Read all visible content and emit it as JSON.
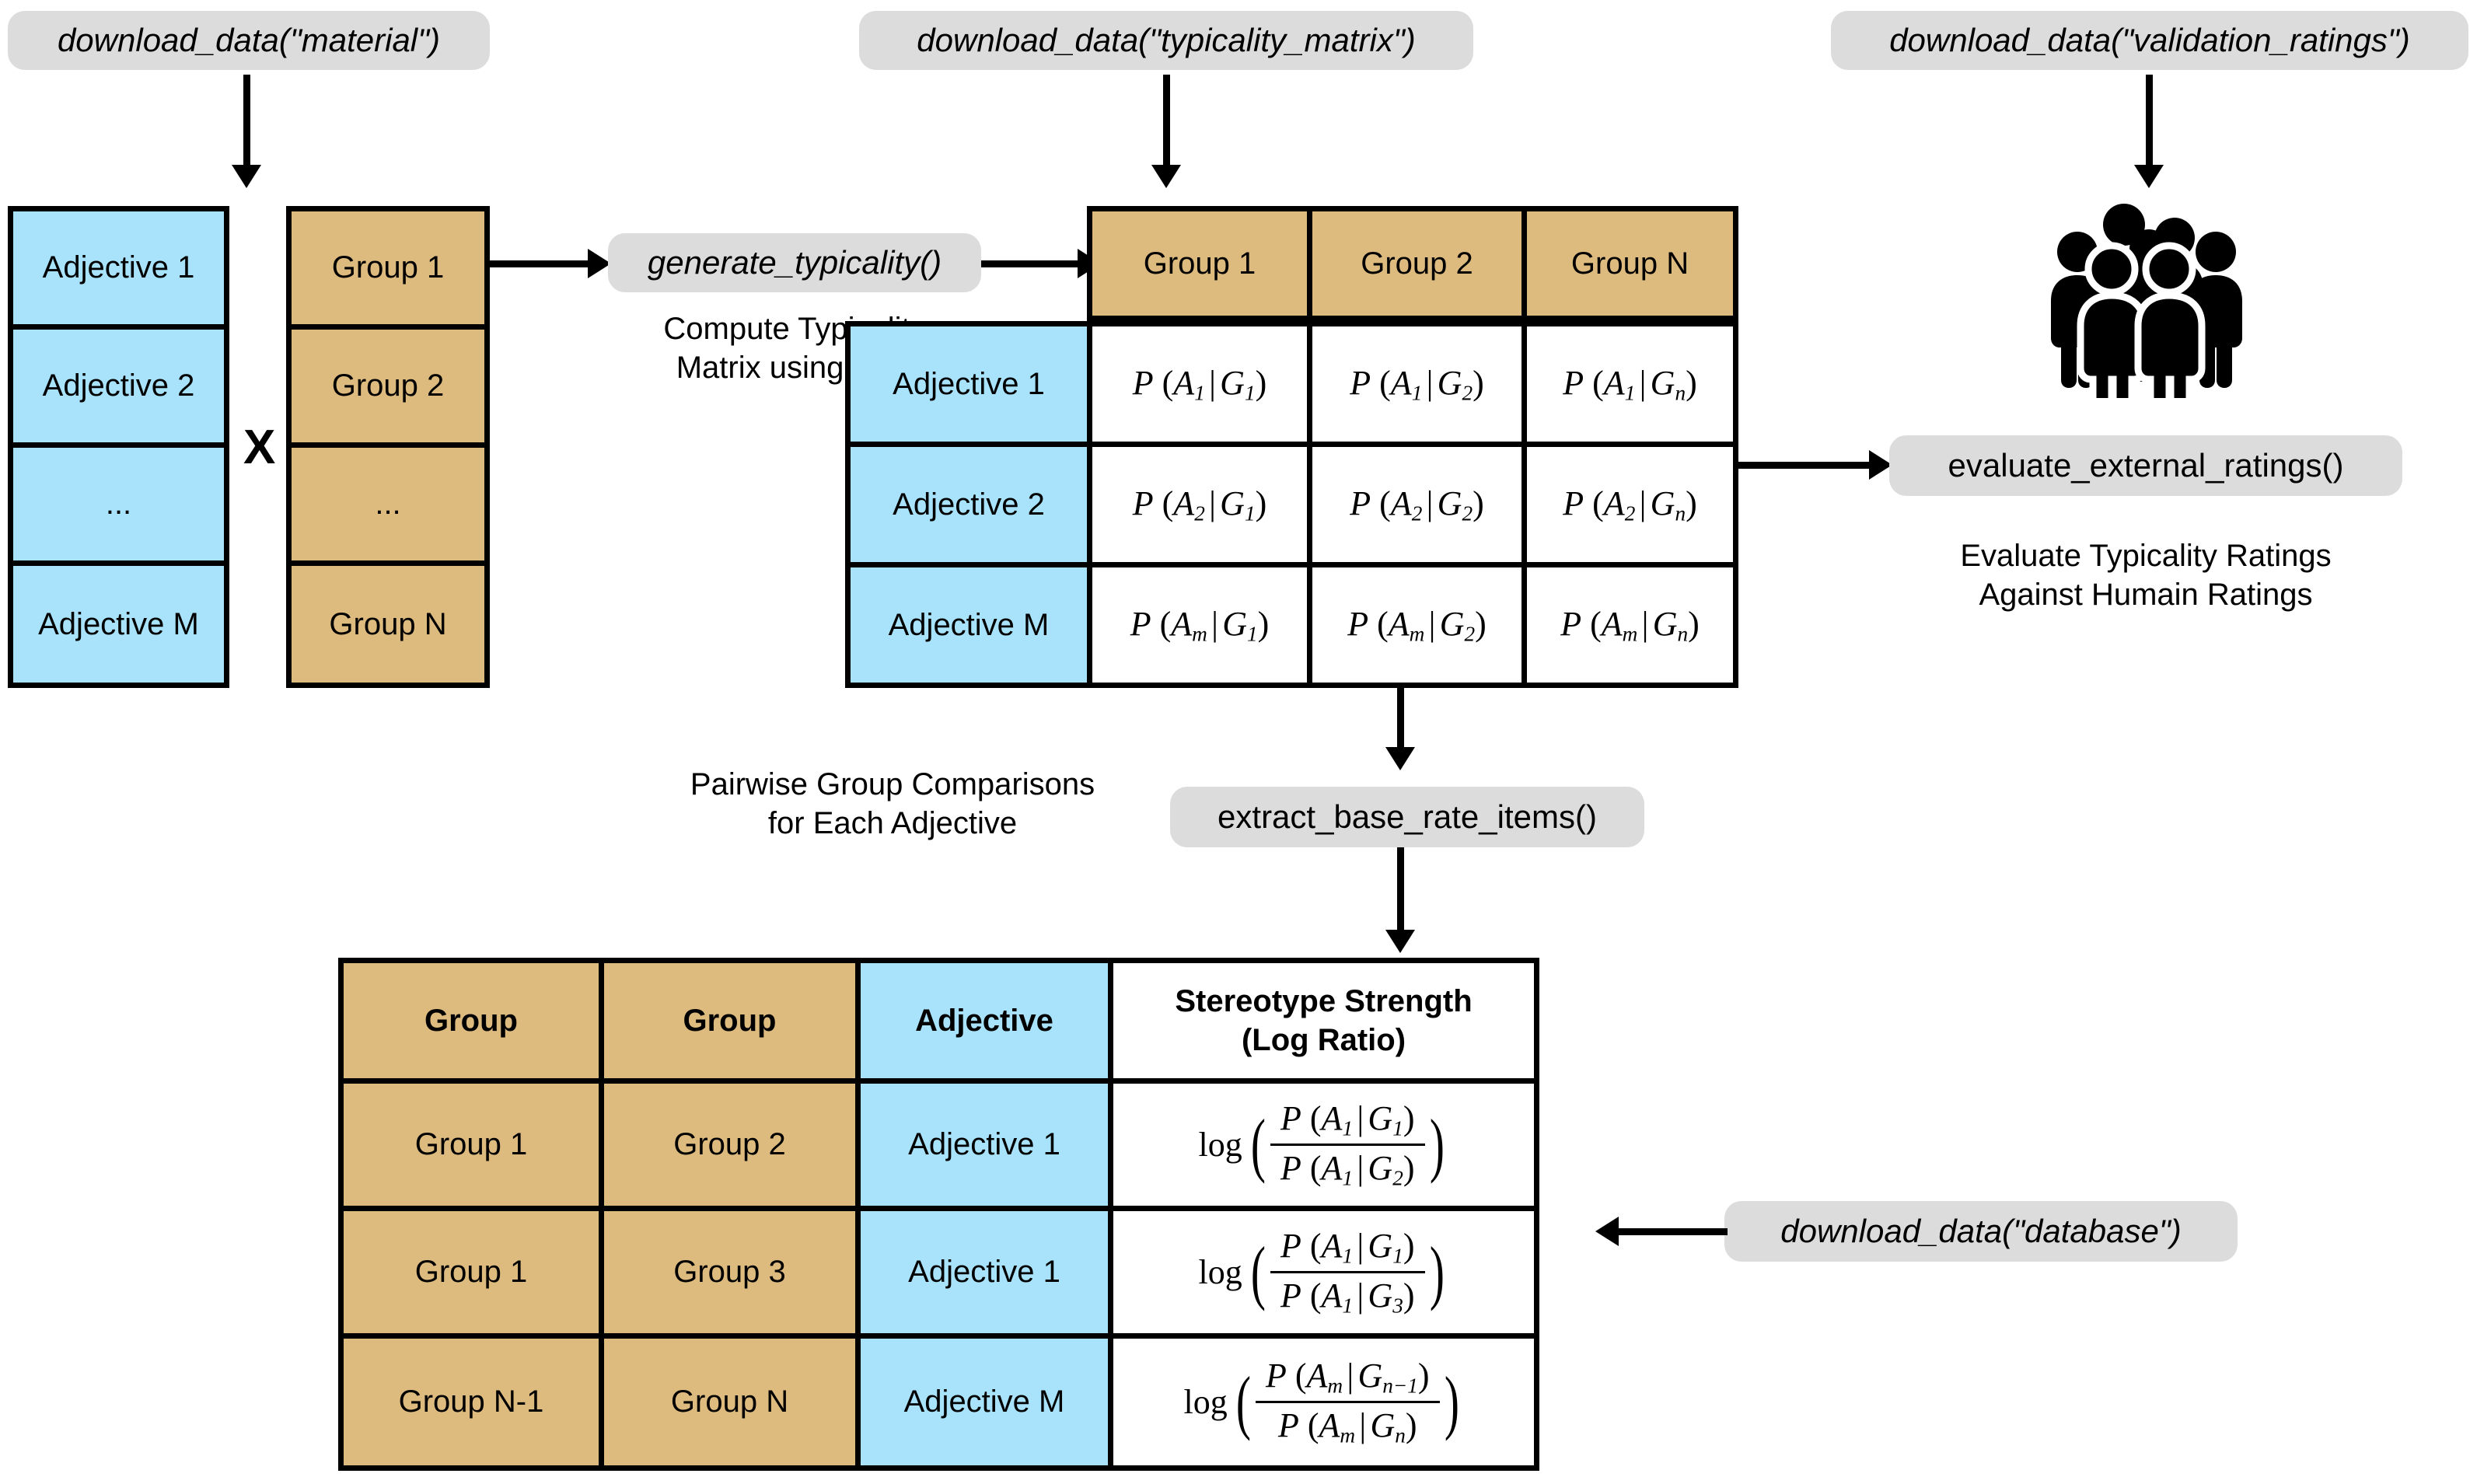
{
  "colors": {
    "adjective_blue": "#a8e3fb",
    "group_tan": "#ddba7e",
    "pill_grey": "#dcdcdc",
    "stroke_black": "#000000",
    "background_white": "#ffffff"
  },
  "functions": {
    "download_material": "download_data(\"material\")",
    "download_typicality_matrix": "download_data(\"typicality_matrix\")",
    "download_validation_ratings": "download_data(\"validation_ratings\")",
    "download_database": "download_data(\"database\")",
    "generate_typicality": "generate_typicality()",
    "evaluate_external_ratings": "evaluate_external_ratings()",
    "extract_base_rate_items": "extract_base_rate_items()"
  },
  "captions": {
    "compute_typicality": "Compute Typicality\nMatrix using LLM",
    "pairwise": "Pairwise Group Comparisons\nfor Each Adjective",
    "evaluate_humans": "Evaluate Typicality Ratings\nAgainst Humain Ratings"
  },
  "adjective_list": {
    "items": [
      "Adjective 1",
      "Adjective 2",
      "...",
      "Adjective M"
    ]
  },
  "group_list": {
    "items": [
      "Group 1",
      "Group 2",
      "...",
      "Group N"
    ]
  },
  "cross_symbol": "X",
  "typicality_matrix": {
    "column_headers": [
      "Group 1",
      "Group 2",
      "Group N"
    ],
    "row_headers": [
      "Adjective 1",
      "Adjective 2",
      "Adjective M"
    ],
    "cells": [
      [
        {
          "fn": "P",
          "arg": "A",
          "arg_sub": "1",
          "given": "G",
          "given_sub": "1"
        },
        {
          "fn": "P",
          "arg": "A",
          "arg_sub": "1",
          "given": "G",
          "given_sub": "2"
        },
        {
          "fn": "P",
          "arg": "A",
          "arg_sub": "1",
          "given": "G",
          "given_sub": "n"
        }
      ],
      [
        {
          "fn": "P",
          "arg": "A",
          "arg_sub": "2",
          "given": "G",
          "given_sub": "1"
        },
        {
          "fn": "P",
          "arg": "A",
          "arg_sub": "2",
          "given": "G",
          "given_sub": "2"
        },
        {
          "fn": "P",
          "arg": "A",
          "arg_sub": "2",
          "given": "G",
          "given_sub": "n"
        }
      ],
      [
        {
          "fn": "P",
          "arg": "A",
          "arg_sub": "m",
          "given": "G",
          "given_sub": "1"
        },
        {
          "fn": "P",
          "arg": "A",
          "arg_sub": "m",
          "given": "G",
          "given_sub": "2"
        },
        {
          "fn": "P",
          "arg": "A",
          "arg_sub": "m",
          "given": "G",
          "given_sub": "n"
        }
      ]
    ]
  },
  "results_table": {
    "headers": [
      "Group",
      "Group",
      "Adjective",
      "Stereotype Strength\n(Log Ratio)"
    ],
    "rows": [
      {
        "group_a": "Group 1",
        "group_b": "Group 2",
        "adjective": "Adjective 1",
        "numerator": {
          "arg_sub": "1",
          "given_sub": "1"
        },
        "denominator": {
          "arg_sub": "1",
          "given_sub": "2"
        }
      },
      {
        "group_a": "Group 1",
        "group_b": "Group 3",
        "adjective": "Adjective 1",
        "numerator": {
          "arg_sub": "1",
          "given_sub": "1"
        },
        "denominator": {
          "arg_sub": "1",
          "given_sub": "3"
        }
      },
      {
        "group_a": "Group N-1",
        "group_b": "Group N",
        "adjective": "Adjective M",
        "numerator": {
          "arg_sub": "m",
          "given_sub": "n−1"
        },
        "denominator": {
          "arg_sub": "m",
          "given_sub": "n"
        }
      }
    ]
  },
  "icons": {
    "people": "people-group-icon"
  }
}
